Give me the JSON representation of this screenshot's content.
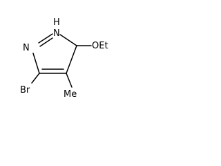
{
  "molecule": {
    "atoms": {
      "n1": "N",
      "nh": "N",
      "h": "H",
      "oet": "OEt",
      "br": "Br",
      "me": "Me"
    }
  }
}
